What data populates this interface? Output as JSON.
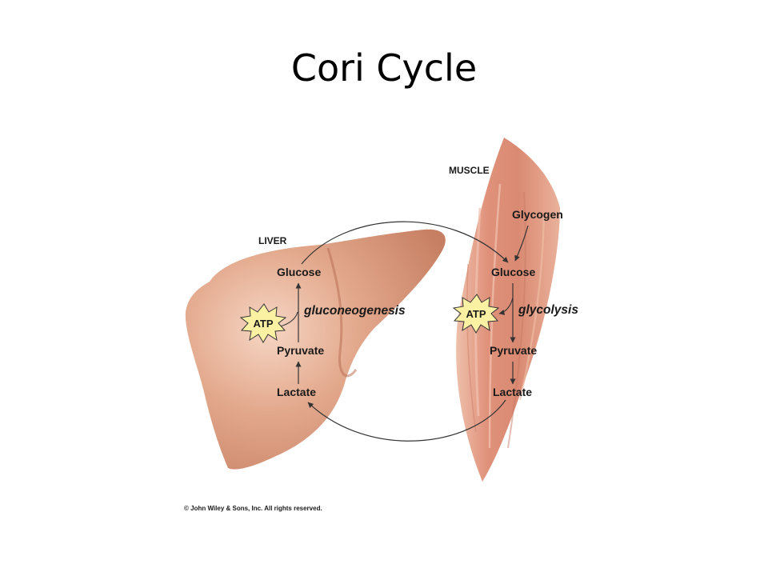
{
  "title": "Cori Cycle",
  "liver": {
    "label": "LIVER",
    "glucose": "Glucose",
    "pyruvate": "Pyruvate",
    "lactate": "Lactate",
    "process": "gluconeogenesis",
    "atp": "ATP"
  },
  "muscle": {
    "label": "MUSCLE",
    "glycogen": "Glycogen",
    "glucose": "Glucose",
    "pyruvate": "Pyruvate",
    "lactate": "Lactate",
    "process": "glycolysis",
    "atp": "ATP"
  },
  "copyright": "© John Wiley & Sons, Inc. All rights reserved.",
  "colors": {
    "liver_fill": "#d9957a",
    "muscle_fill": "#e29880",
    "atp_star": "#fbf1a2",
    "arrow": "#333333"
  }
}
